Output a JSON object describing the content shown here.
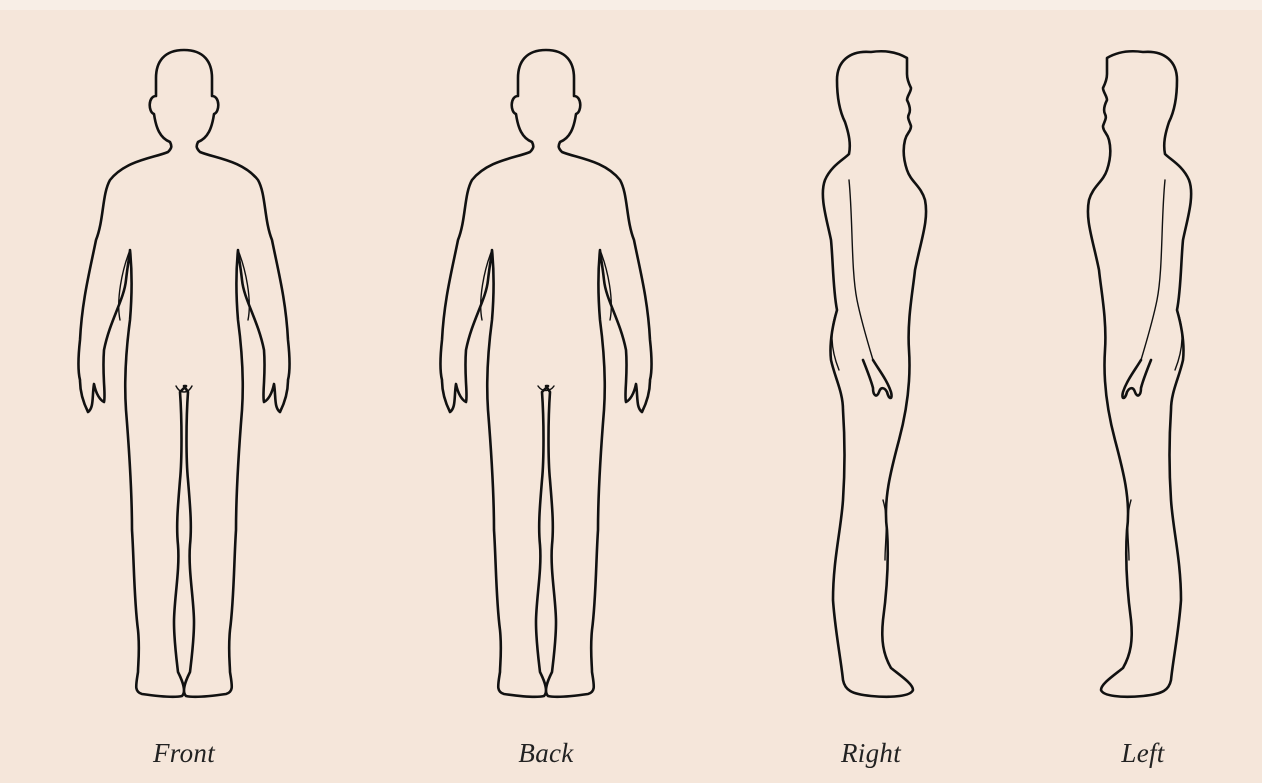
{
  "views": [
    {
      "id": "front",
      "label": "Front"
    },
    {
      "id": "back",
      "label": "Back"
    },
    {
      "id": "right",
      "label": "Right"
    },
    {
      "id": "left",
      "label": "Left"
    }
  ],
  "colors": {
    "background": "#f5e6da",
    "outline": "#111111",
    "label": "#222222"
  }
}
